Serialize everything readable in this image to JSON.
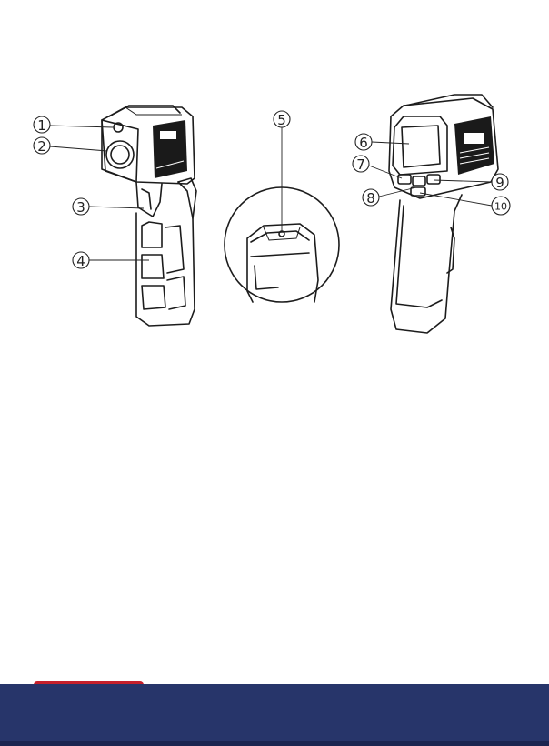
{
  "callouts": [
    {
      "id": "1",
      "label": "①"
    },
    {
      "id": "2",
      "label": "②"
    },
    {
      "id": "3",
      "label": "③"
    },
    {
      "id": "4",
      "label": "④"
    },
    {
      "id": "5",
      "label": "⑤"
    },
    {
      "id": "6",
      "label": "⑥"
    },
    {
      "id": "7",
      "label": "⑦"
    },
    {
      "id": "8",
      "label": "⑧"
    },
    {
      "id": "9",
      "label": "⑨"
    },
    {
      "id": "10",
      "label": "⑩"
    }
  ],
  "colors": {
    "footer_band": "#27356a",
    "footer_tab": "#c6202b"
  }
}
